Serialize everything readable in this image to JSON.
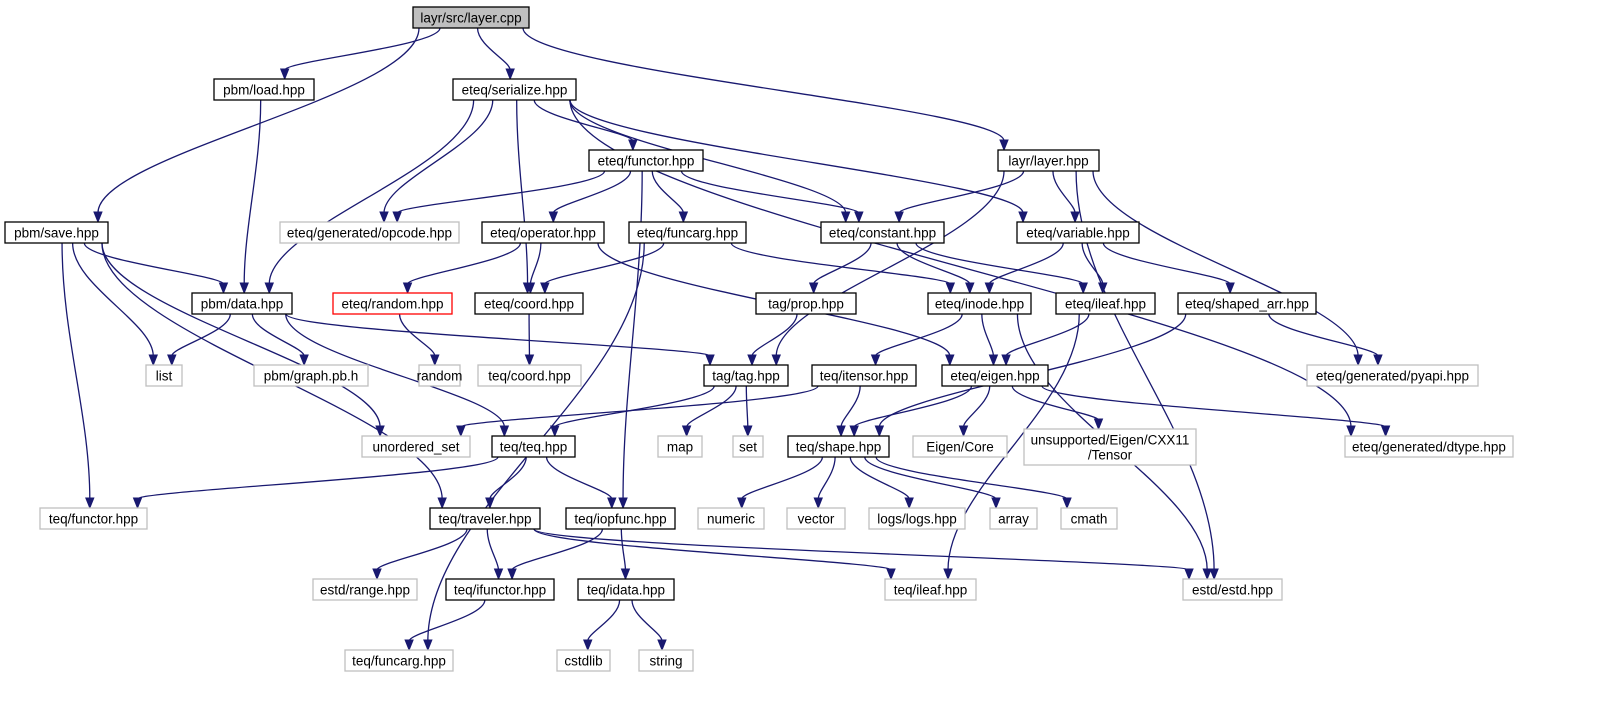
{
  "graph": {
    "colors": {
      "edge": "#191970",
      "documented_border": "#000000",
      "external_border": "#bfbfbf",
      "root_fill": "#bfbfbf",
      "highlight_border": "#ff0000"
    },
    "nodes": [
      {
        "id": "root",
        "label": "layr/src/layer.cpp",
        "kind": "root"
      },
      {
        "id": "pbm_load",
        "label": "pbm/load.hpp",
        "kind": "doc"
      },
      {
        "id": "eteq_serialize",
        "label": "eteq/serialize.hpp",
        "kind": "doc"
      },
      {
        "id": "eteq_functor",
        "label": "eteq/functor.hpp",
        "kind": "doc"
      },
      {
        "id": "layr_layer",
        "label": "layr/layer.hpp",
        "kind": "doc"
      },
      {
        "id": "pbm_save",
        "label": "pbm/save.hpp",
        "kind": "doc"
      },
      {
        "id": "eteq_gen_opcode",
        "label": "eteq/generated/opcode.hpp",
        "kind": "ext"
      },
      {
        "id": "eteq_operator",
        "label": "eteq/operator.hpp",
        "kind": "doc"
      },
      {
        "id": "eteq_funcarg",
        "label": "eteq/funcarg.hpp",
        "kind": "doc"
      },
      {
        "id": "eteq_constant",
        "label": "eteq/constant.hpp",
        "kind": "doc"
      },
      {
        "id": "eteq_variable",
        "label": "eteq/variable.hpp",
        "kind": "doc"
      },
      {
        "id": "pbm_data",
        "label": "pbm/data.hpp",
        "kind": "doc"
      },
      {
        "id": "eteq_random",
        "label": "eteq/random.hpp",
        "kind": "err"
      },
      {
        "id": "eteq_coord",
        "label": "eteq/coord.hpp",
        "kind": "doc"
      },
      {
        "id": "tag_prop",
        "label": "tag/prop.hpp",
        "kind": "doc"
      },
      {
        "id": "eteq_inode",
        "label": "eteq/inode.hpp",
        "kind": "doc"
      },
      {
        "id": "eteq_ileaf",
        "label": "eteq/ileaf.hpp",
        "kind": "doc"
      },
      {
        "id": "eteq_shaped_arr",
        "label": "eteq/shaped_arr.hpp",
        "kind": "doc"
      },
      {
        "id": "list",
        "label": "list",
        "kind": "ext"
      },
      {
        "id": "pbm_graph_pb",
        "label": "pbm/graph.pb.h",
        "kind": "ext"
      },
      {
        "id": "random",
        "label": "random",
        "kind": "ext"
      },
      {
        "id": "teq_coord",
        "label": "teq/coord.hpp",
        "kind": "ext"
      },
      {
        "id": "tag_tag",
        "label": "tag/tag.hpp",
        "kind": "doc"
      },
      {
        "id": "teq_itensor",
        "label": "teq/itensor.hpp",
        "kind": "doc"
      },
      {
        "id": "eteq_eigen",
        "label": "eteq/eigen.hpp",
        "kind": "doc"
      },
      {
        "id": "eteq_gen_pyapi",
        "label": "eteq/generated/pyapi.hpp",
        "kind": "ext"
      },
      {
        "id": "unordered_set",
        "label": "unordered_set",
        "kind": "ext"
      },
      {
        "id": "teq_teq",
        "label": "teq/teq.hpp",
        "kind": "doc"
      },
      {
        "id": "map",
        "label": "map",
        "kind": "ext"
      },
      {
        "id": "set",
        "label": "set",
        "kind": "ext"
      },
      {
        "id": "teq_shape",
        "label": "teq/shape.hpp",
        "kind": "doc"
      },
      {
        "id": "eigen_core",
        "label": "Eigen/Core",
        "kind": "ext"
      },
      {
        "id": "unsupported_tensor",
        "label": "unsupported/Eigen/CXX11\n/Tensor",
        "kind": "ext"
      },
      {
        "id": "eteq_gen_dtype",
        "label": "eteq/generated/dtype.hpp",
        "kind": "ext"
      },
      {
        "id": "teq_functor_h",
        "label": "teq/functor.hpp",
        "kind": "ext"
      },
      {
        "id": "teq_traveler",
        "label": "teq/traveler.hpp",
        "kind": "doc"
      },
      {
        "id": "teq_iopfunc",
        "label": "teq/iopfunc.hpp",
        "kind": "doc"
      },
      {
        "id": "numeric",
        "label": "numeric",
        "kind": "ext"
      },
      {
        "id": "vector",
        "label": "vector",
        "kind": "ext"
      },
      {
        "id": "logs_logs",
        "label": "logs/logs.hpp",
        "kind": "ext"
      },
      {
        "id": "array",
        "label": "array",
        "kind": "ext"
      },
      {
        "id": "cmath",
        "label": "cmath",
        "kind": "ext"
      },
      {
        "id": "estd_range",
        "label": "estd/range.hpp",
        "kind": "ext"
      },
      {
        "id": "teq_ifunctor",
        "label": "teq/ifunctor.hpp",
        "kind": "doc"
      },
      {
        "id": "teq_idata",
        "label": "teq/idata.hpp",
        "kind": "doc"
      },
      {
        "id": "teq_ileaf",
        "label": "teq/ileaf.hpp",
        "kind": "ext"
      },
      {
        "id": "estd_estd",
        "label": "estd/estd.hpp",
        "kind": "ext"
      },
      {
        "id": "cstdlib",
        "label": "cstdlib",
        "kind": "ext"
      },
      {
        "id": "string",
        "label": "string",
        "kind": "ext"
      },
      {
        "id": "teq_funcarg",
        "label": "teq/funcarg.hpp",
        "kind": "ext"
      }
    ],
    "edges": [
      [
        "root",
        "pbm_load"
      ],
      [
        "root",
        "eteq_serialize"
      ],
      [
        "root",
        "layr_layer"
      ],
      [
        "root",
        "pbm_save"
      ],
      [
        "pbm_load",
        "pbm_data"
      ],
      [
        "eteq_serialize",
        "eteq_functor"
      ],
      [
        "eteq_serialize",
        "eteq_gen_opcode"
      ],
      [
        "eteq_serialize",
        "eteq_constant"
      ],
      [
        "eteq_serialize",
        "eteq_variable"
      ],
      [
        "eteq_serialize",
        "pbm_data"
      ],
      [
        "eteq_serialize",
        "eteq_coord"
      ],
      [
        "eteq_serialize",
        "eteq_gen_dtype"
      ],
      [
        "eteq_functor",
        "eteq_gen_opcode"
      ],
      [
        "eteq_functor",
        "eteq_operator"
      ],
      [
        "eteq_functor",
        "eteq_funcarg"
      ],
      [
        "eteq_functor",
        "eteq_constant"
      ],
      [
        "eteq_functor",
        "teq_iopfunc"
      ],
      [
        "eteq_operator",
        "eteq_random"
      ],
      [
        "eteq_operator",
        "eteq_coord"
      ],
      [
        "eteq_operator",
        "eteq_eigen"
      ],
      [
        "eteq_funcarg",
        "eteq_coord"
      ],
      [
        "eteq_funcarg",
        "eteq_inode"
      ],
      [
        "eteq_funcarg",
        "teq_funcarg"
      ],
      [
        "layr_layer",
        "eteq_constant"
      ],
      [
        "layr_layer",
        "eteq_variable"
      ],
      [
        "layr_layer",
        "tag_tag"
      ],
      [
        "layr_layer",
        "eteq_gen_pyapi"
      ],
      [
        "layr_layer",
        "estd_estd"
      ],
      [
        "eteq_constant",
        "tag_prop"
      ],
      [
        "eteq_constant",
        "eteq_inode"
      ],
      [
        "eteq_constant",
        "eteq_ileaf"
      ],
      [
        "eteq_variable",
        "eteq_inode"
      ],
      [
        "eteq_variable",
        "eteq_ileaf"
      ],
      [
        "eteq_variable",
        "eteq_shaped_arr"
      ],
      [
        "pbm_save",
        "pbm_data"
      ],
      [
        "pbm_save",
        "list"
      ],
      [
        "pbm_save",
        "unordered_set"
      ],
      [
        "pbm_save",
        "teq_functor_h"
      ],
      [
        "pbm_save",
        "teq_traveler"
      ],
      [
        "pbm_data",
        "list"
      ],
      [
        "pbm_data",
        "pbm_graph_pb"
      ],
      [
        "pbm_data",
        "tag_tag"
      ],
      [
        "pbm_data",
        "teq_teq"
      ],
      [
        "eteq_random",
        "random"
      ],
      [
        "eteq_coord",
        "teq_coord"
      ],
      [
        "tag_prop",
        "tag_tag"
      ],
      [
        "eteq_inode",
        "teq_itensor"
      ],
      [
        "eteq_inode",
        "eteq_eigen"
      ],
      [
        "eteq_inode",
        "estd_estd"
      ],
      [
        "eteq_ileaf",
        "eteq_eigen"
      ],
      [
        "eteq_ileaf",
        "teq_ileaf"
      ],
      [
        "eteq_shaped_arr",
        "eteq_gen_pyapi"
      ],
      [
        "eteq_shaped_arr",
        "teq_shape"
      ],
      [
        "tag_tag",
        "map"
      ],
      [
        "tag_tag",
        "set"
      ],
      [
        "tag_tag",
        "teq_teq"
      ],
      [
        "teq_itensor",
        "unordered_set"
      ],
      [
        "teq_itensor",
        "teq_shape"
      ],
      [
        "eteq_eigen",
        "teq_shape"
      ],
      [
        "eteq_eigen",
        "eigen_core"
      ],
      [
        "eteq_eigen",
        "unsupported_tensor"
      ],
      [
        "eteq_eigen",
        "eteq_gen_dtype"
      ],
      [
        "teq_teq",
        "teq_functor_h"
      ],
      [
        "teq_teq",
        "teq_traveler"
      ],
      [
        "teq_teq",
        "teq_iopfunc"
      ],
      [
        "teq_shape",
        "numeric"
      ],
      [
        "teq_shape",
        "vector"
      ],
      [
        "teq_shape",
        "logs_logs"
      ],
      [
        "teq_shape",
        "array"
      ],
      [
        "teq_shape",
        "cmath"
      ],
      [
        "teq_traveler",
        "estd_range"
      ],
      [
        "teq_traveler",
        "teq_ifunctor"
      ],
      [
        "teq_traveler",
        "teq_ileaf"
      ],
      [
        "teq_traveler",
        "estd_estd"
      ],
      [
        "teq_iopfunc",
        "teq_ifunctor"
      ],
      [
        "teq_iopfunc",
        "teq_idata"
      ],
      [
        "teq_ifunctor",
        "teq_funcarg"
      ],
      [
        "teq_idata",
        "cstdlib"
      ],
      [
        "teq_idata",
        "string"
      ]
    ]
  }
}
